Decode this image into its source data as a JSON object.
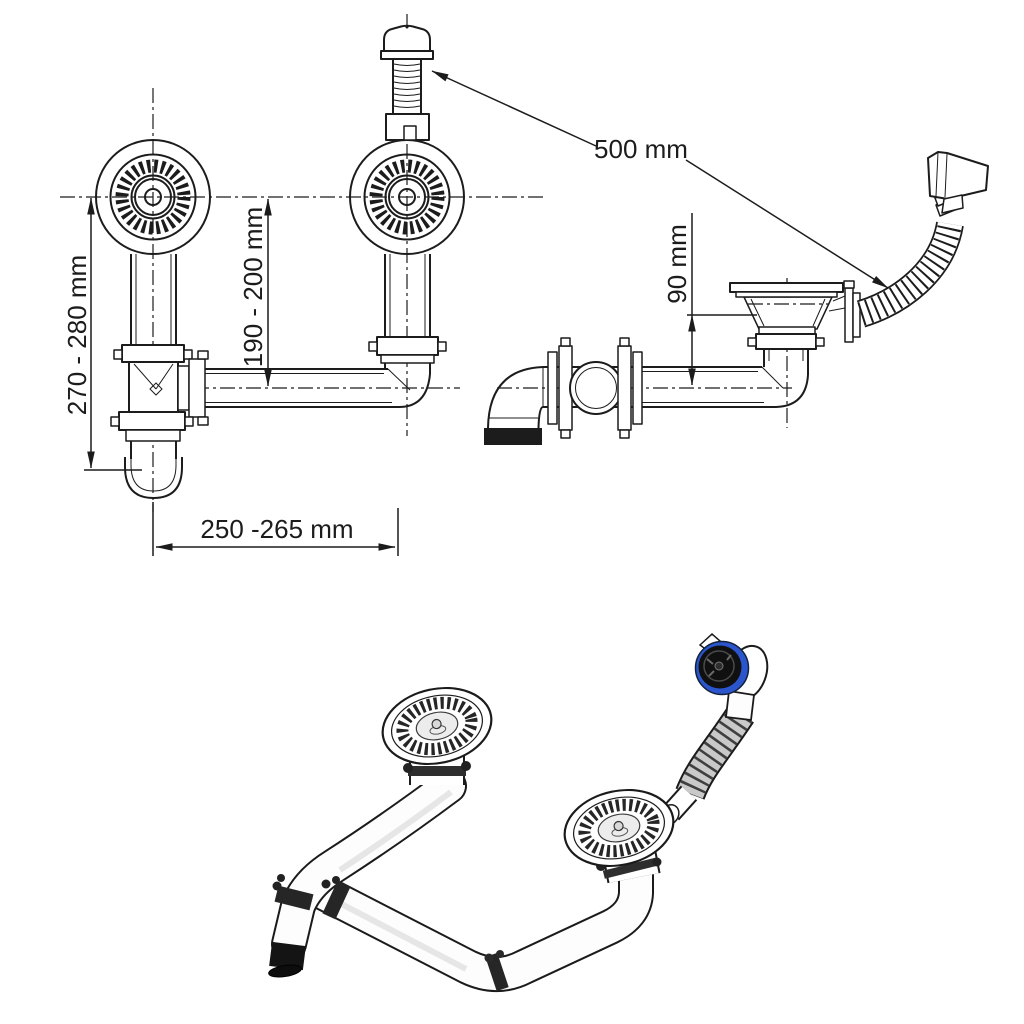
{
  "dimensions": {
    "total_height": "270 - 280 mm",
    "strainer_to_pipe_height": "190 - 200 mm",
    "bottom_width": "250 -265 mm",
    "overflow_hose_length": "500 mm",
    "outlet_drop_height": "90 mm"
  },
  "colors": {
    "line": "#1c1c1c",
    "background": "#ffffff",
    "overflow_ring_blue": "#2a55cd",
    "pipe_white": "#fdfdfd",
    "hose_gray": "#c9c9c9",
    "clamp_dark": "#262626"
  }
}
